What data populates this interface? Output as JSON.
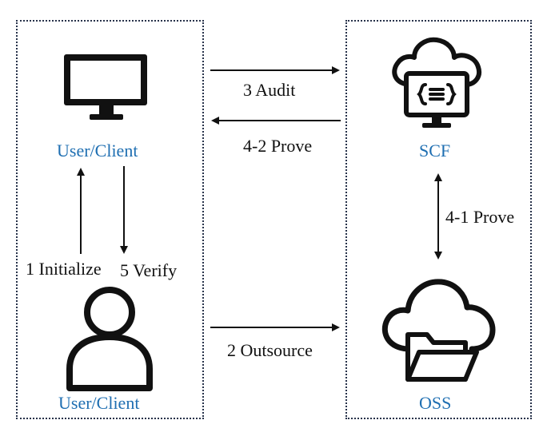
{
  "diagram": {
    "left_panel": {
      "top_node": {
        "label": "User/Client",
        "icon": "monitor-icon"
      },
      "bottom_node": {
        "label": "User/Client",
        "icon": "user-icon"
      },
      "steps": {
        "initialize": "1 Initialize",
        "verify": "5 Verify"
      }
    },
    "right_panel": {
      "top_node": {
        "label": "SCF",
        "icon": "cloud-code-icon"
      },
      "bottom_node": {
        "label": "OSS",
        "icon": "cloud-folder-icon"
      }
    },
    "flows": {
      "audit": "3 Audit",
      "prove_4_2": "4-2 Prove",
      "prove_4_1": "4-1 Prove",
      "outsource": "2 Outsource"
    },
    "colors": {
      "label_blue": "#1f6fb2",
      "border": "#27324a",
      "stroke": "#111111"
    }
  }
}
